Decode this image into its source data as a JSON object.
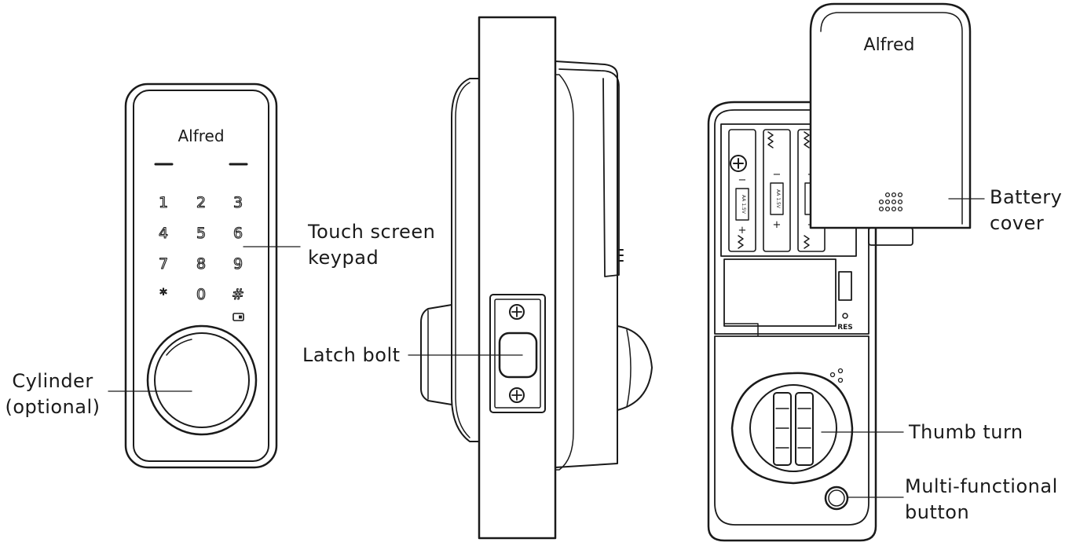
{
  "brand": {
    "logo_text": "Alfred"
  },
  "keypad": {
    "keys": [
      "1",
      "2",
      "3",
      "4",
      "5",
      "6",
      "7",
      "8",
      "9",
      "*",
      "0",
      "#"
    ]
  },
  "battery": {
    "plus_mark": "+",
    "minus_mark": "−",
    "cell_text": "AA 1.5V",
    "reset_label": "RES"
  },
  "labels": {
    "cylinder": [
      "Cylinder",
      "(optional)"
    ],
    "touch_keypad": [
      "Touch screen",
      "keypad"
    ],
    "latch_bolt": [
      "Latch bolt"
    ],
    "battery_cover": [
      "Battery",
      "cover"
    ],
    "thumb_turn": [
      "Thumb turn"
    ],
    "multi_button": [
      "Multi-functional",
      "button"
    ]
  },
  "colors": {
    "line": "#1a1a1a",
    "background": "#ffffff"
  }
}
